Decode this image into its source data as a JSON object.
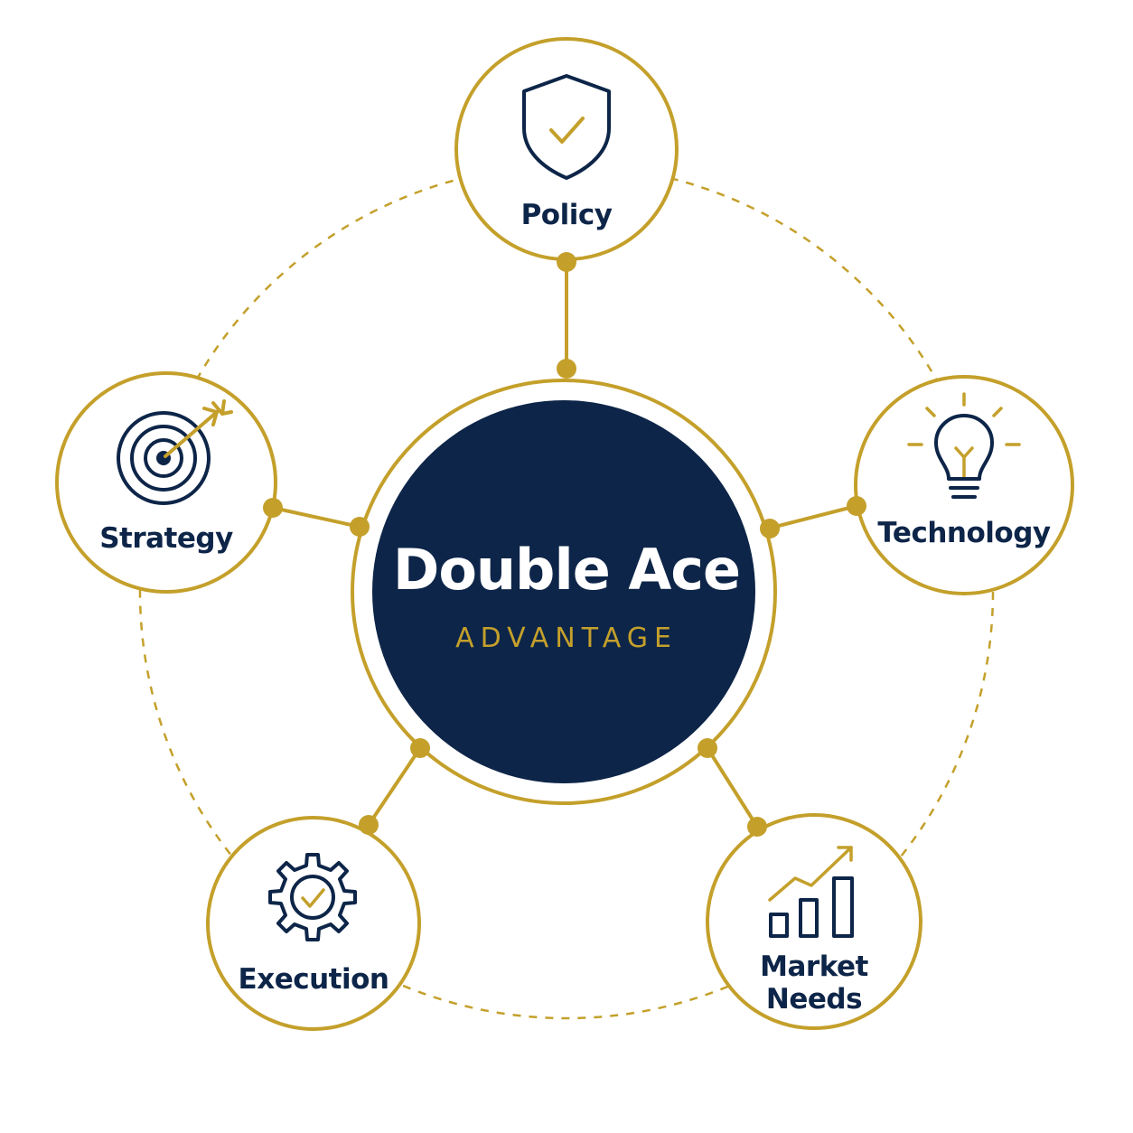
{
  "colors": {
    "navy": "#0d2548",
    "gold": "#c4a02b",
    "background": "#ffffff",
    "node_fill": "#ffffff"
  },
  "center": {
    "title": "Double Ace",
    "subtitle": "ADVANTAGE"
  },
  "nodes": {
    "policy": {
      "label": "Policy",
      "icon": "shield-check-icon"
    },
    "technology": {
      "label": "Technology",
      "icon": "lightbulb-icon"
    },
    "market": {
      "label_line1": "Market",
      "label_line2": "Needs",
      "icon": "bar-chart-growth-icon"
    },
    "execution": {
      "label": "Execution",
      "icon": "gear-check-icon"
    },
    "strategy": {
      "label": "Strategy",
      "icon": "target-arrow-icon"
    }
  }
}
